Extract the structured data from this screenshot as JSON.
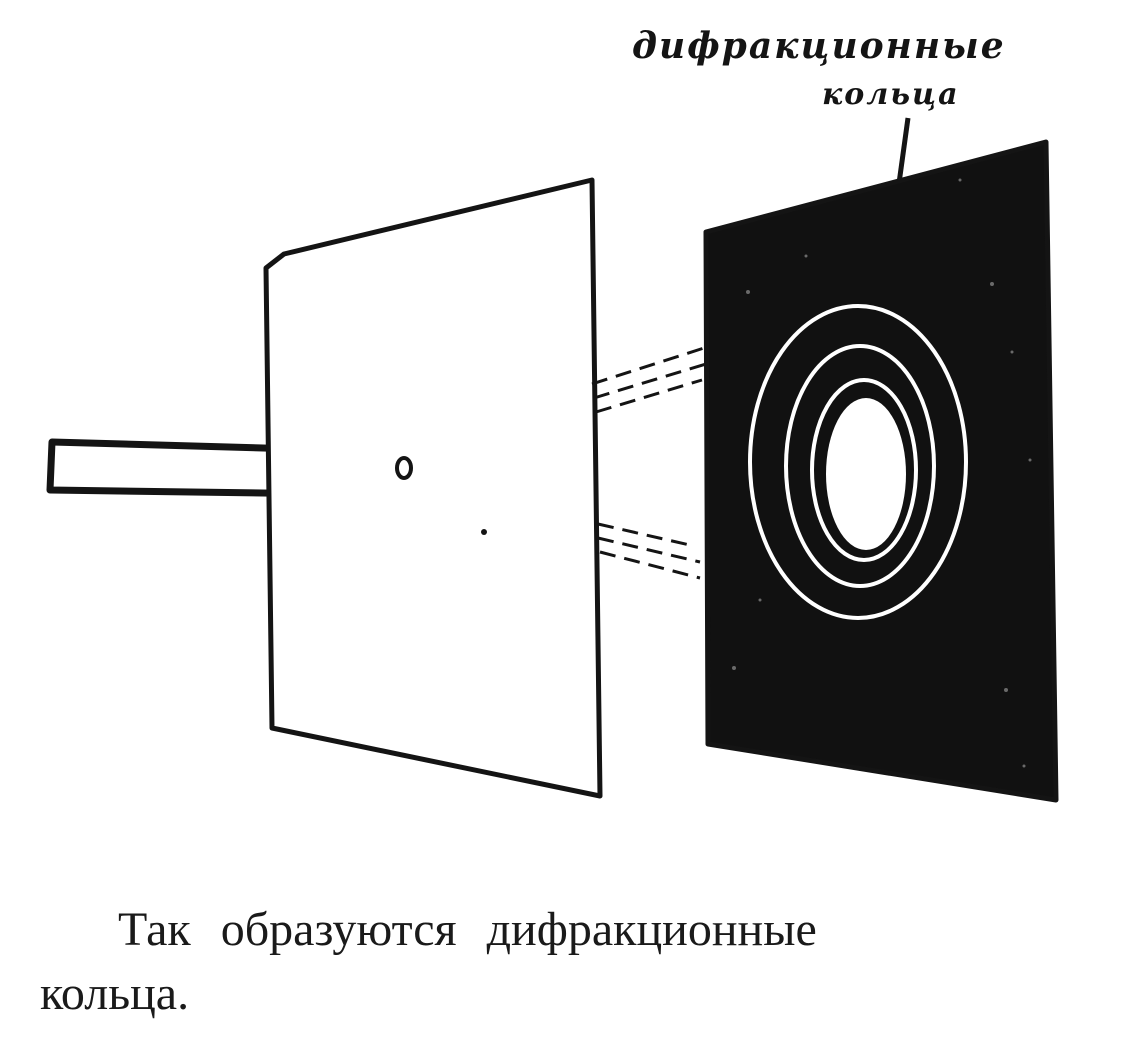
{
  "annotation": {
    "line1": "дифракционные",
    "line2": "кольца"
  },
  "caption": {
    "line1": "Так образуются дифракционные",
    "line2": "кольца."
  },
  "colors": {
    "ink": "#141414",
    "paper": "#ffffff"
  }
}
